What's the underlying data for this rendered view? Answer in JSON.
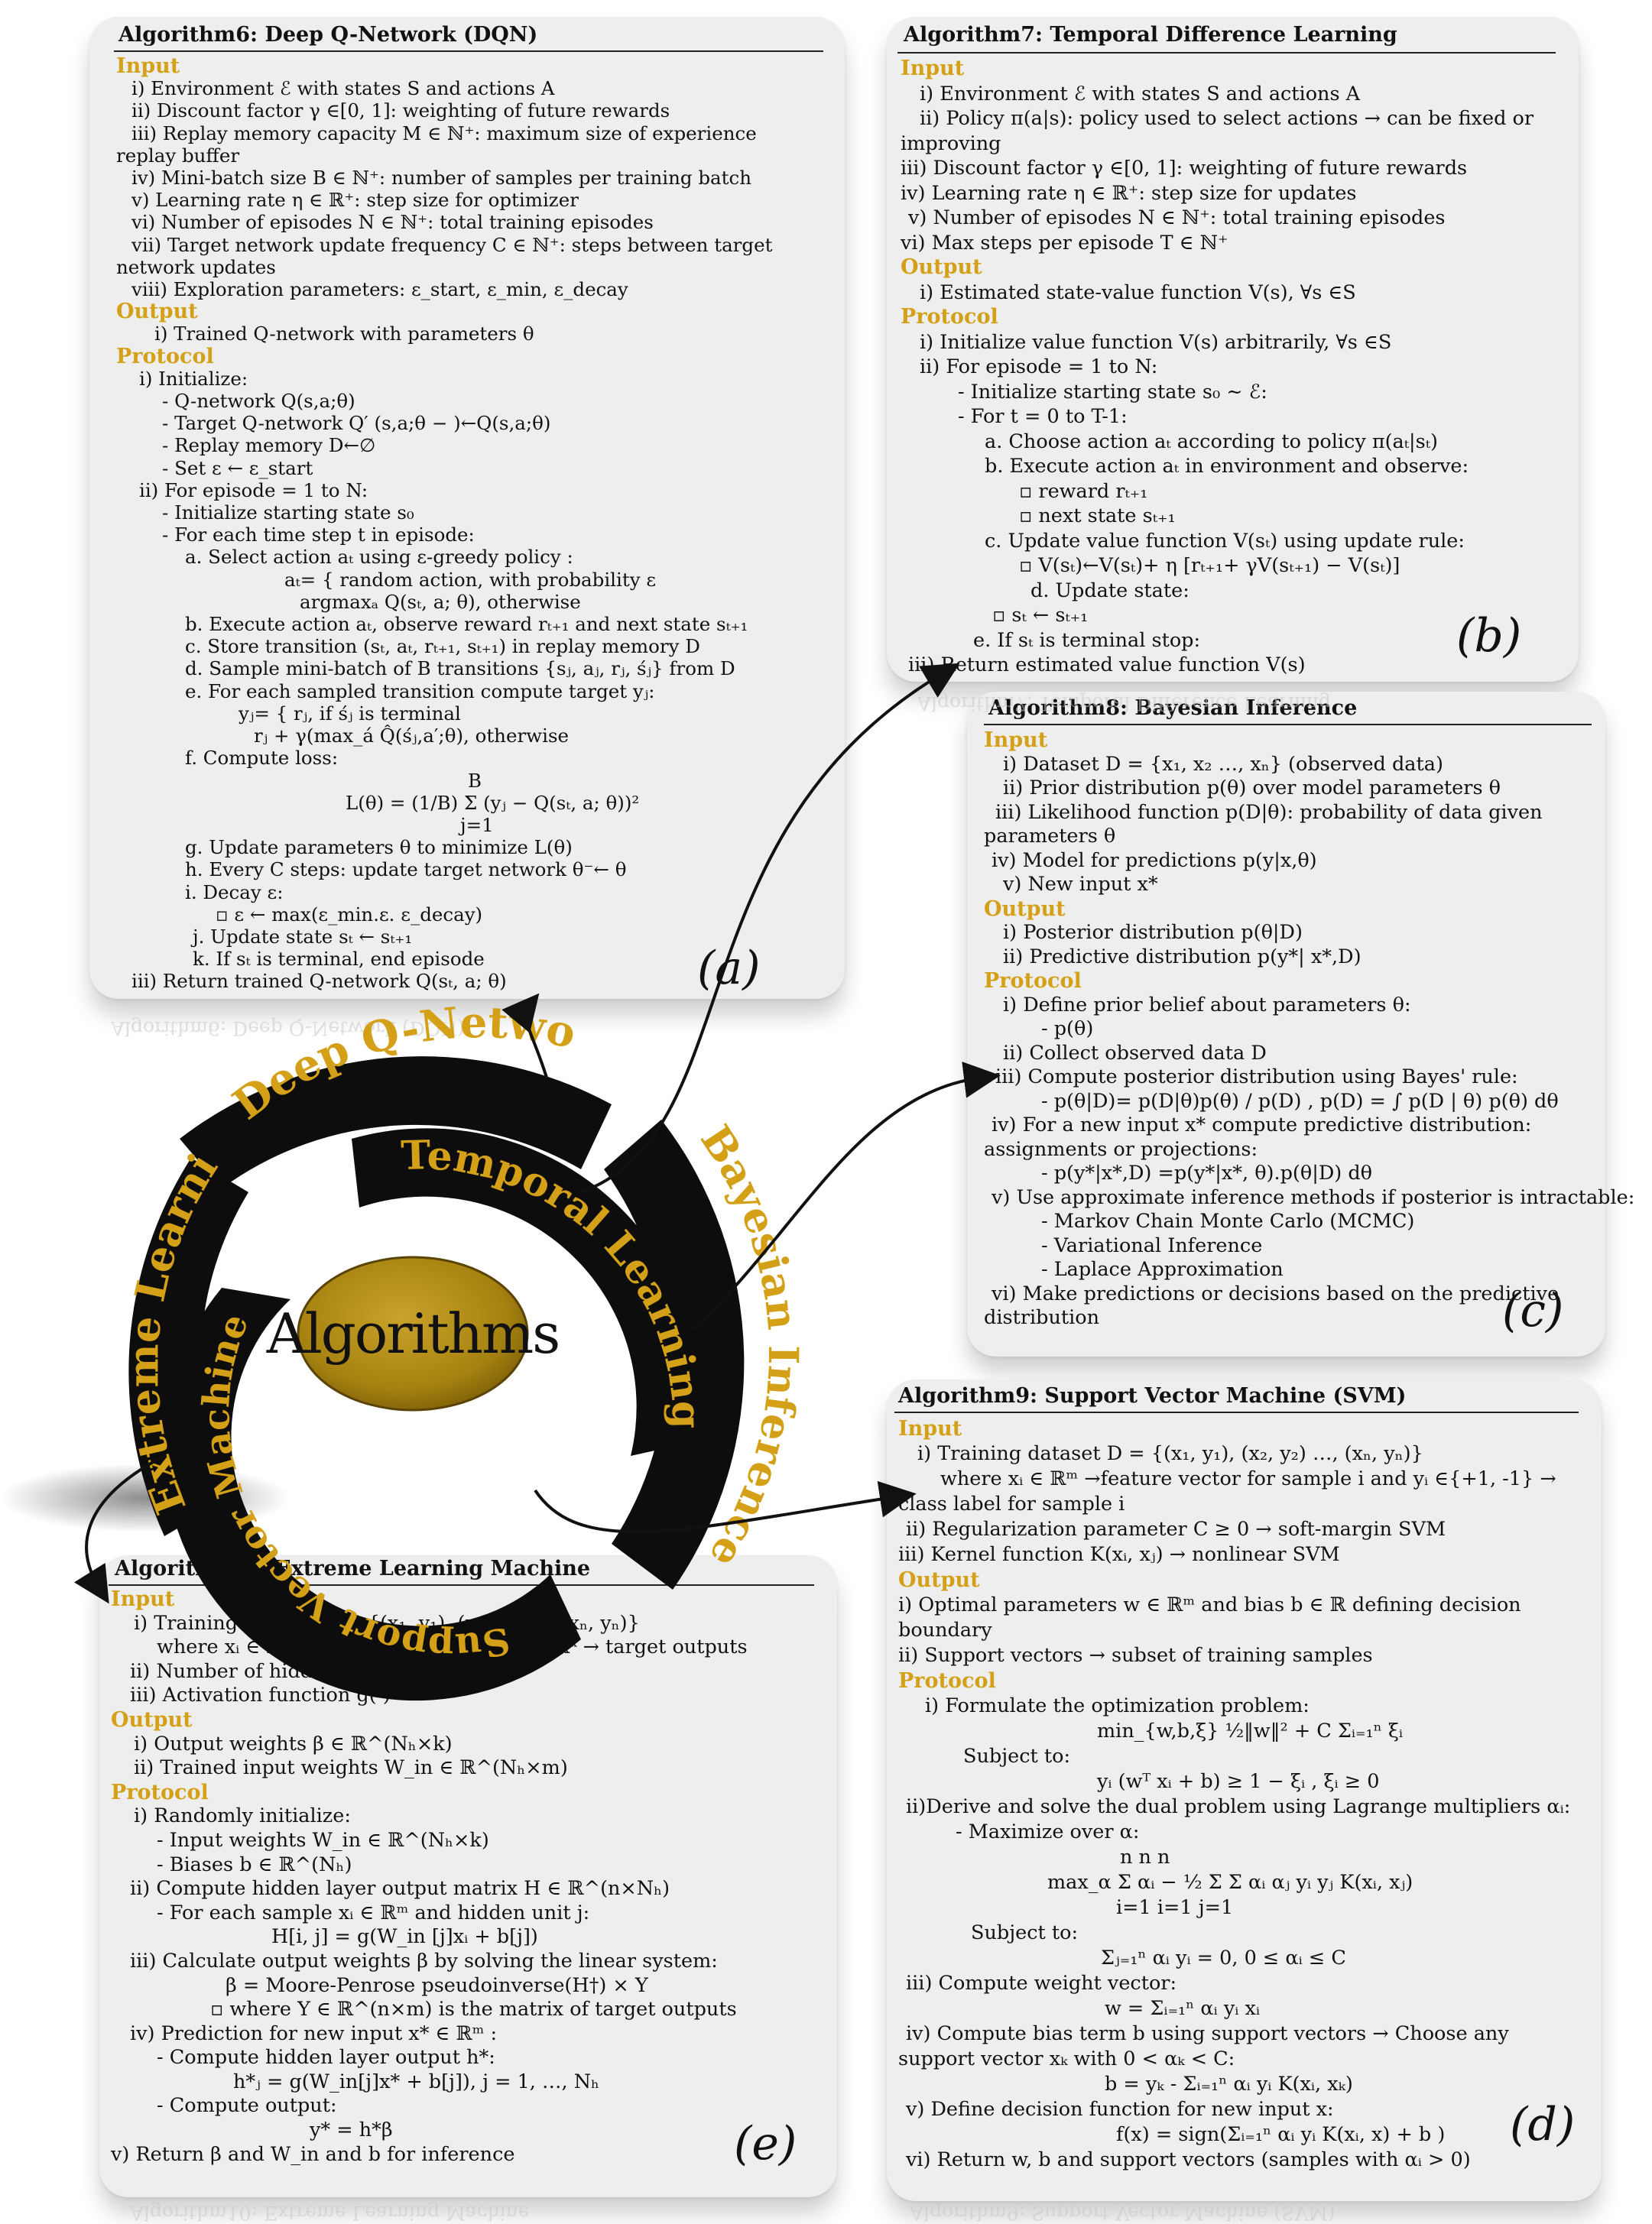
{
  "center_label": "Algorithms",
  "ring_labels": {
    "dqn": "Deep Q-Network",
    "td": "Temporal Learning",
    "bayes": "Bayesian Inference",
    "svm": "Support Vector Machine",
    "elm": "Extreme Learning"
  },
  "colors": {
    "accent": "#d4a017",
    "ring": "#0d0d0d",
    "center_fill": "#a68210",
    "card_bg": "#eeeeee"
  },
  "panels": {
    "a": {
      "tag": "(a)",
      "title": "Algorithm6: Deep Q-Network (DQN)",
      "lines": [
        {
          "t": "Input",
          "c": "hd"
        },
        {
          "t": "i) Environment ℰ with states S and actions A",
          "i": 20
        },
        {
          "t": "ii) Discount factor γ ∈[0, 1]: weighting of future rewards",
          "i": 20
        },
        {
          "t": "iii) Replay memory capacity M ∈ ℕ⁺: maximum size of experience",
          "i": 20
        },
        {
          "t": "replay buffer",
          "i": 0
        },
        {
          "t": "iv) Mini-batch size B ∈ ℕ⁺: number of samples per training batch",
          "i": 20
        },
        {
          "t": "v) Learning rate η ∈ ℝ⁺: step size for optimizer",
          "i": 20
        },
        {
          "t": "vi) Number of episodes N ∈ ℕ⁺: total training episodes",
          "i": 20
        },
        {
          "t": "vii) Target network update frequency C ∈ ℕ⁺: steps between target",
          "i": 20
        },
        {
          "t": "network updates",
          "i": 0
        },
        {
          "t": "viii) Exploration parameters: ε_start, ε_min, ε_decay",
          "i": 20
        },
        {
          "t": "Output",
          "c": "hd"
        },
        {
          "t": "i) Trained Q-network with parameters θ",
          "i": 50
        },
        {
          "t": "Protocol",
          "c": "hd"
        },
        {
          "t": "i) Initialize:",
          "i": 30
        },
        {
          "t": "- Q-network Q(s,a;θ)",
          "i": 60
        },
        {
          "t": "- Target Q-network Q′ (s,a;θ − )←Q(s,a;θ)",
          "i": 60
        },
        {
          "t": "- Replay memory D←∅",
          "i": 60
        },
        {
          "t": "- Set  ε ← ε_start",
          "i": 60
        },
        {
          "t": "ii) For episode = 1 to N:",
          "i": 30
        },
        {
          "t": "- Initialize  starting state s₀",
          "i": 60
        },
        {
          "t": "- For each time step t in episode:",
          "i": 60
        },
        {
          "t": "a. Select action aₜ using ε-greedy policy :",
          "i": 90
        },
        {
          "t": "aₜ= { random action,   with probability ε",
          "i": 220
        },
        {
          "t": "      argmaxₐ Q(sₜ, a; θ),        otherwise",
          "i": 240
        },
        {
          "t": "b. Execute action aₜ, observe reward rₜ₊₁ and next state sₜ₊₁",
          "i": 90
        },
        {
          "t": "c. Store transition (sₜ, aₜ, rₜ₊₁, sₜ₊₁) in replay memory D",
          "i": 90
        },
        {
          "t": "d. Sample mini-batch of B transitions {sⱼ, aⱼ, rⱼ, śⱼ} from D",
          "i": 90
        },
        {
          "t": "e. For each sampled transition compute target yⱼ:",
          "i": 90
        },
        {
          "t": "yⱼ= { rⱼ,                                    if śⱼ is terminal",
          "i": 160
        },
        {
          "t": "       rⱼ + γ(max_á Q̂(śⱼ,a′;θ),                  otherwise",
          "i": 180
        },
        {
          "t": "f. Compute loss:",
          "i": 90
        },
        {
          "t": "B",
          "i": 460
        },
        {
          "t": "L(θ)  =  (1/B) Σ (yⱼ − Q(sₜ, a; θ))²",
          "i": 300
        },
        {
          "t": "j=1",
          "i": 450
        },
        {
          "t": "g. Update parameters θ to minimize L(θ)",
          "i": 90
        },
        {
          "t": "h. Every C steps: update target network θ⁻← θ",
          "i": 90
        },
        {
          "t": "i.  Decay ε:",
          "i": 90
        },
        {
          "t": "▫ ε ← max(ε_min.ε. ε_decay)",
          "i": 130
        },
        {
          "t": "j.   Update state sₜ ← sₜ₊₁",
          "i": 100
        },
        {
          "t": "k.  If sₜ is terminal, end episode",
          "i": 100
        },
        {
          "t": "iii) Return trained Q-network Q(sₜ, a; θ)",
          "i": 20
        }
      ]
    },
    "b": {
      "tag": "(b)",
      "title": "Algorithm7: Temporal Difference Learning",
      "lines": [
        {
          "t": "Input",
          "c": "hd"
        },
        {
          "t": "i) Environment ℰ with states S and actions A",
          "i": 25
        },
        {
          "t": "ii) Policy π(a|s): policy used to select actions → can be fixed or",
          "i": 25
        },
        {
          "t": "improving",
          "i": 0
        },
        {
          "t": "iii) Discount factor γ ∈[0, 1]: weighting of future rewards",
          "i": 0
        },
        {
          "t": "iv) Learning rate η ∈ ℝ⁺: step size for updates",
          "i": 0
        },
        {
          "t": "v) Number of episodes N ∈ ℕ⁺: total training episodes",
          "i": 10
        },
        {
          "t": "vi) Max steps per episode T ∈ ℕ⁺",
          "i": 0
        },
        {
          "t": "Output",
          "c": "hd"
        },
        {
          "t": "i) Estimated state-value function V(s), ∀s ∈S",
          "i": 25
        },
        {
          "t": "Protocol",
          "c": "hd"
        },
        {
          "t": "i) Initialize  value function V(s) arbitrarily, ∀s ∈S",
          "i": 25
        },
        {
          "t": "ii) For episode = 1 to N:",
          "i": 25
        },
        {
          "t": "- Initialize starting state s₀ ∼ ℰ:",
          "i": 75
        },
        {
          "t": "- For t = 0 to T-1:",
          "i": 75
        },
        {
          "t": "a. Choose action aₜ according to policy π(aₜ|sₜ)",
          "i": 110
        },
        {
          "t": "b. Execute action aₜ in environment and observe:",
          "i": 110
        },
        {
          "t": "▫ reward rₜ₊₁",
          "i": 155
        },
        {
          "t": "▫ next state sₜ₊₁",
          "i": 155
        },
        {
          "t": "c. Update value function V(sₜ) using update rule:",
          "i": 110
        },
        {
          "t": "▫ V(sₜ)←V(sₜ)+ η [rₜ₊₁+ γV(sₜ₊₁) − V(sₜ)]",
          "i": 155
        },
        {
          "t": "d. Update state:",
          "i": 170
        },
        {
          "t": "▫ sₜ ← sₜ₊₁",
          "i": 120
        },
        {
          "t": "e. If sₜ is terminal stop:",
          "i": 95
        },
        {
          "t": "iii) Return estimated value function V(s)",
          "i": 10
        }
      ]
    },
    "c": {
      "tag": "(c)",
      "title": "Algorithm8: Bayesian Inference",
      "lines": [
        {
          "t": "Input",
          "c": "hd"
        },
        {
          "t": "i) Dataset D = {x₁, x₂ …, xₙ} (observed data)",
          "i": 25
        },
        {
          "t": "ii) Prior distribution p(θ) over model parameters θ",
          "i": 25
        },
        {
          "t": "iii) Likelihood function p(D|θ): probability of data given",
          "i": 15
        },
        {
          "t": "parameters θ",
          "i": 0
        },
        {
          "t": "iv) Model for predictions p(y|x,θ)",
          "i": 10
        },
        {
          "t": "v) New input x*",
          "i": 25
        },
        {
          "t": "Output",
          "c": "hd"
        },
        {
          "t": "i) Posterior distribution p(θ|D)",
          "i": 25
        },
        {
          "t": "ii) Predictive distribution p(y*| x*,D)",
          "i": 25
        },
        {
          "t": "Protocol",
          "c": "hd"
        },
        {
          "t": "i) Define prior belief about parameters θ:",
          "i": 25
        },
        {
          "t": "- p(θ)",
          "i": 75
        },
        {
          "t": "ii) Collect observed data D",
          "i": 25
        },
        {
          "t": "iii) Compute posterior distribution using Bayes' rule:",
          "i": 15
        },
        {
          "t": "- p(θ|D)= p(D|θ)p(θ) / p(D) ,            p(D) = ∫ p(D | θ) p(θ) dθ",
          "i": 75
        },
        {
          "t": "iv) For a new input x* compute predictive distribution:",
          "i": 10
        },
        {
          "t": "assignments or projections:",
          "i": 0
        },
        {
          "t": "- p(y*|x*,D) =p(y*|x*, θ).p(θ|D) dθ",
          "i": 75
        },
        {
          "t": "v) Use approximate inference methods if posterior is intractable:",
          "i": 10
        },
        {
          "t": "- Markov Chain Monte Carlo (MCMC)",
          "i": 75
        },
        {
          "t": "- Variational Inference",
          "i": 75
        },
        {
          "t": "- Laplace Approximation",
          "i": 75
        },
        {
          "t": "vi) Make predictions or decisions based on the predictive",
          "i": 10
        },
        {
          "t": "distribution",
          "i": 0
        }
      ]
    },
    "d": {
      "tag": "(d)",
      "title": "Algorithm9: Support Vector Machine (SVM)",
      "lines": [
        {
          "t": "Input",
          "c": "hd"
        },
        {
          "t": "i) Training dataset D = {(x₁, y₁), (x₂, y₂) …, (xₙ, yₙ)}",
          "i": 25
        },
        {
          "t": "where xᵢ ∈ ℝᵐ →feature vector for sample i and yᵢ ∈{+1, -1} →",
          "i": 55
        },
        {
          "t": "class label for sample i",
          "i": 0
        },
        {
          "t": "ii) Regularization parameter C ≥ 0 → soft-margin SVM",
          "i": 10
        },
        {
          "t": "iii) Kernel function K(xᵢ, xⱼ) → nonlinear SVM",
          "i": 0
        },
        {
          "t": "Output",
          "c": "hd"
        },
        {
          "t": "i) Optimal parameters w ∈ ℝᵐ and bias b ∈ ℝ defining decision",
          "i": 0
        },
        {
          "t": "boundary",
          "i": 0
        },
        {
          "t": "ii) Support vectors → subset of training samples",
          "i": 0
        },
        {
          "t": "Protocol",
          "c": "hd"
        },
        {
          "t": "i) Formulate the optimization problem:",
          "i": 35
        },
        {
          "t": "min_{w,b,ξ}   ½‖w‖² + C Σᵢ₌₁ⁿ ξᵢ",
          "i": 260
        },
        {
          "t": "Subject to:",
          "i": 85
        },
        {
          "t": "yᵢ (wᵀ xᵢ + b) ≥ 1 − ξᵢ ,        ξᵢ ≥ 0",
          "i": 260
        },
        {
          "t": "ii)Derive and solve the dual problem using Lagrange multipliers αᵢ:",
          "i": 10
        },
        {
          "t": "- Maximize over α:",
          "i": 75
        },
        {
          "t": "n              n   n",
          "i": 290
        },
        {
          "t": "max_α   Σ αᵢ − ½ Σ Σ αᵢ αⱼ yᵢ yⱼ K(xᵢ, xⱼ)",
          "i": 195
        },
        {
          "t": "i=1           i=1 j=1",
          "i": 285
        },
        {
          "t": "Subject to:",
          "i": 95
        },
        {
          "t": "Σⱼ₌₁ⁿ αᵢ yᵢ = 0,            0 ≤ αᵢ ≤ C",
          "i": 265
        },
        {
          "t": "iii) Compute weight vector:",
          "i": 10
        },
        {
          "t": "w = Σᵢ₌₁ⁿ αᵢ yᵢ xᵢ",
          "i": 270
        },
        {
          "t": "iv) Compute bias term b using support vectors → Choose any",
          "i": 10
        },
        {
          "t": "support vector xₖ with 0 < αₖ < C:",
          "i": 0
        },
        {
          "t": "b = yₖ - Σᵢ₌₁ⁿ αᵢ yᵢ K(xᵢ, xₖ)",
          "i": 270
        },
        {
          "t": "v) Define decision function for new input x:",
          "i": 10
        },
        {
          "t": "f(x) = sign(Σᵢ₌₁ⁿ αᵢ yᵢ K(xᵢ, x) + b )",
          "i": 285
        },
        {
          "t": "vi) Return w, b and support vectors (samples with αᵢ > 0)",
          "i": 10
        }
      ]
    },
    "e": {
      "tag": "(e)",
      "title": "Algorithm10: Extreme Learning Machine",
      "lines": [
        {
          "t": "Input",
          "c": "hd"
        },
        {
          "t": "i) Training dataset D = {(x₁, y₁), (x₂, y₂) …, (xₙ, yₙ)}",
          "i": 30
        },
        {
          "t": "where xᵢ ∈ ℝᵐ → input features and yᵢ ∈ ℝᵏ → target outputs",
          "i": 60
        },
        {
          "t": "ii) Number of hidden neurons: Nₕ",
          "i": 25
        },
        {
          "t": "iii) Activation function g(·)",
          "i": 25
        },
        {
          "t": "Output",
          "c": "hd"
        },
        {
          "t": "i) Output weights β ∈ ℝ^(Nₕ×k)",
          "i": 30
        },
        {
          "t": "ii) Trained input weights W_in ∈ ℝ^(Nₕ×m)",
          "i": 30
        },
        {
          "t": "Protocol",
          "c": "hd"
        },
        {
          "t": "i) Randomly initialize:",
          "i": 30
        },
        {
          "t": "- Input weights W_in ∈ ℝ^(Nₕ×k)",
          "i": 60
        },
        {
          "t": "- Biases b ∈ ℝ^(Nₕ)",
          "i": 60
        },
        {
          "t": "ii) Compute hidden layer output matrix H ∈ ℝ^(n×Nₕ)",
          "i": 25
        },
        {
          "t": "- For each sample xᵢ ∈ ℝᵐ and hidden unit j:",
          "i": 60
        },
        {
          "t": "H[i, j] = g(W_in [j]xᵢ + b[j])",
          "i": 210
        },
        {
          "t": "iii) Calculate output weights β by solving the linear system:",
          "i": 25
        },
        {
          "t": "β = Moore-Penrose pseudoinverse(H†) × Y",
          "i": 150
        },
        {
          "t": "▫ where Y ∈ ℝ^(n×m) is the matrix of target outputs",
          "i": 130
        },
        {
          "t": "iv) Prediction for new input x* ∈ ℝᵐ :",
          "i": 25
        },
        {
          "t": "- Compute hidden layer output h*:",
          "i": 60
        },
        {
          "t": "h*ⱼ = g(W_in[j]x* + b[j]),    j = 1, …, Nₕ",
          "i": 160
        },
        {
          "t": "- Compute output:",
          "i": 60
        },
        {
          "t": "y* = h*β",
          "i": 260
        },
        {
          "t": "v) Return β and W_in and b for inference",
          "i": 0
        }
      ]
    }
  }
}
